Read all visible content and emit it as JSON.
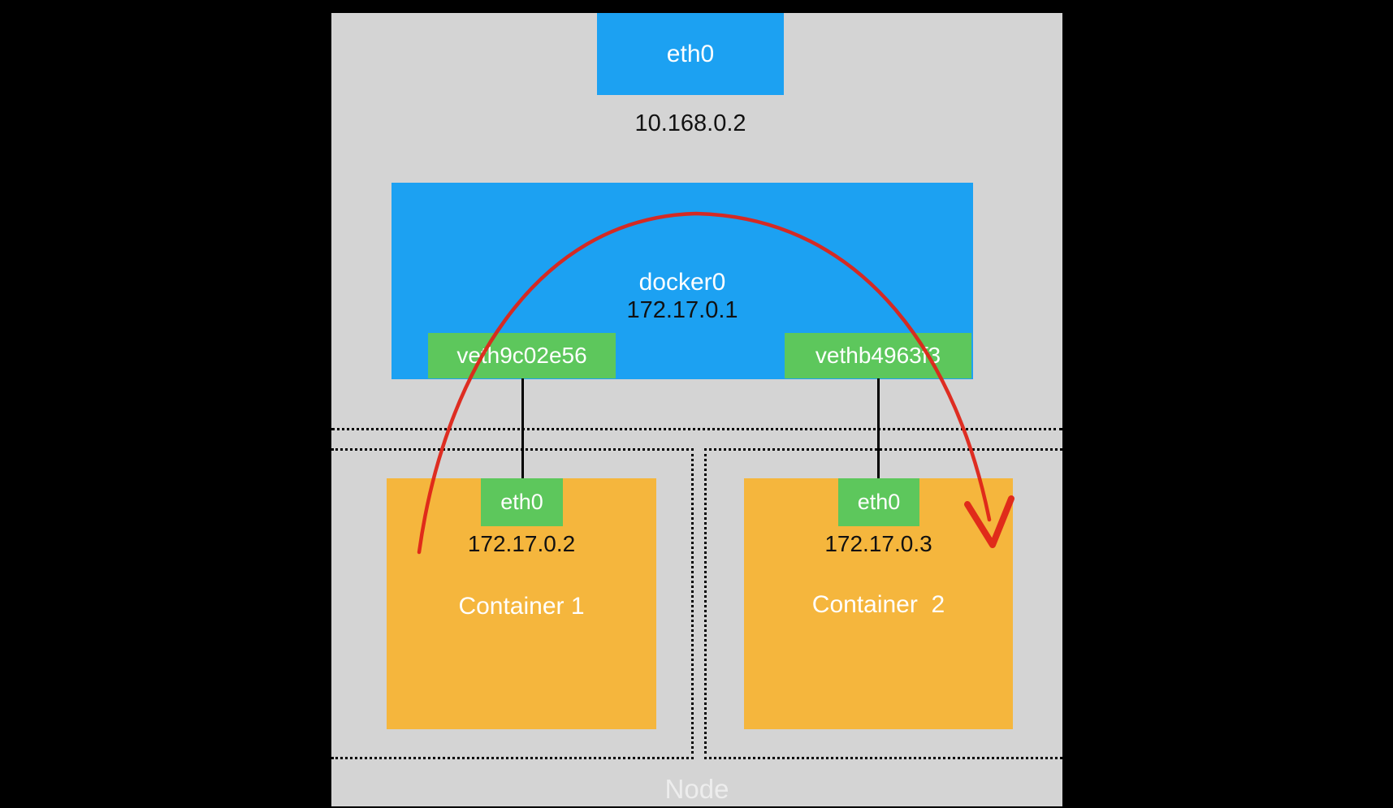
{
  "diagram": {
    "host": {
      "eth0_label": "eth0",
      "eth0_ip": "10.168.0.2",
      "bridge_label": "docker0",
      "bridge_ip": "172.17.0.1",
      "veth1_label": "veth9c02e56",
      "veth2_label": "vethb4963f3",
      "node_label": "Node"
    },
    "container1": {
      "eth_label": "eth0",
      "ip": "172.17.0.2",
      "name": "Container 1"
    },
    "container2": {
      "eth_label": "eth0",
      "ip": "172.17.0.3",
      "name": "Container  2"
    },
    "colors": {
      "blue": "#1CA1F2",
      "green": "#5DC75C",
      "orange": "#F5B63D",
      "gray": "#D4D4D4",
      "red": "#DE2418",
      "background": "#000000",
      "node_label_text": "#EDEDED"
    }
  }
}
